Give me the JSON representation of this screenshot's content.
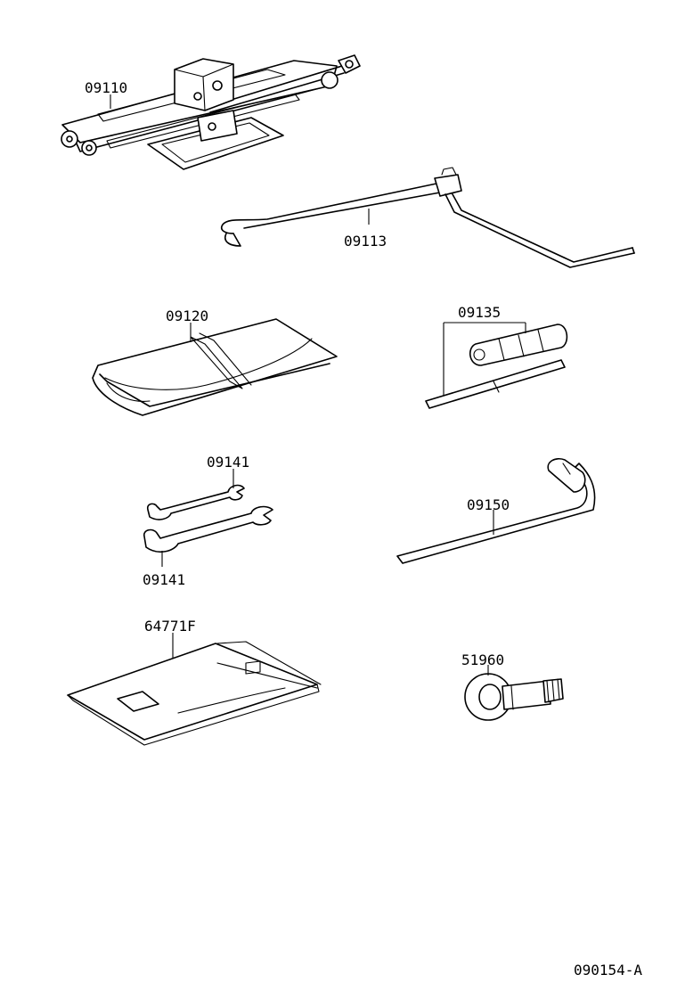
{
  "parts": {
    "jack": "09110",
    "jack_handle": "09113",
    "tool_bag": "09120",
    "screwdriver": "09135",
    "wrench_small": "09141",
    "wrench_large": "09141",
    "wheel_wrench": "09150",
    "tool_tray": "64771F",
    "towing_eye": "51960"
  },
  "figure_id": "090154-A"
}
